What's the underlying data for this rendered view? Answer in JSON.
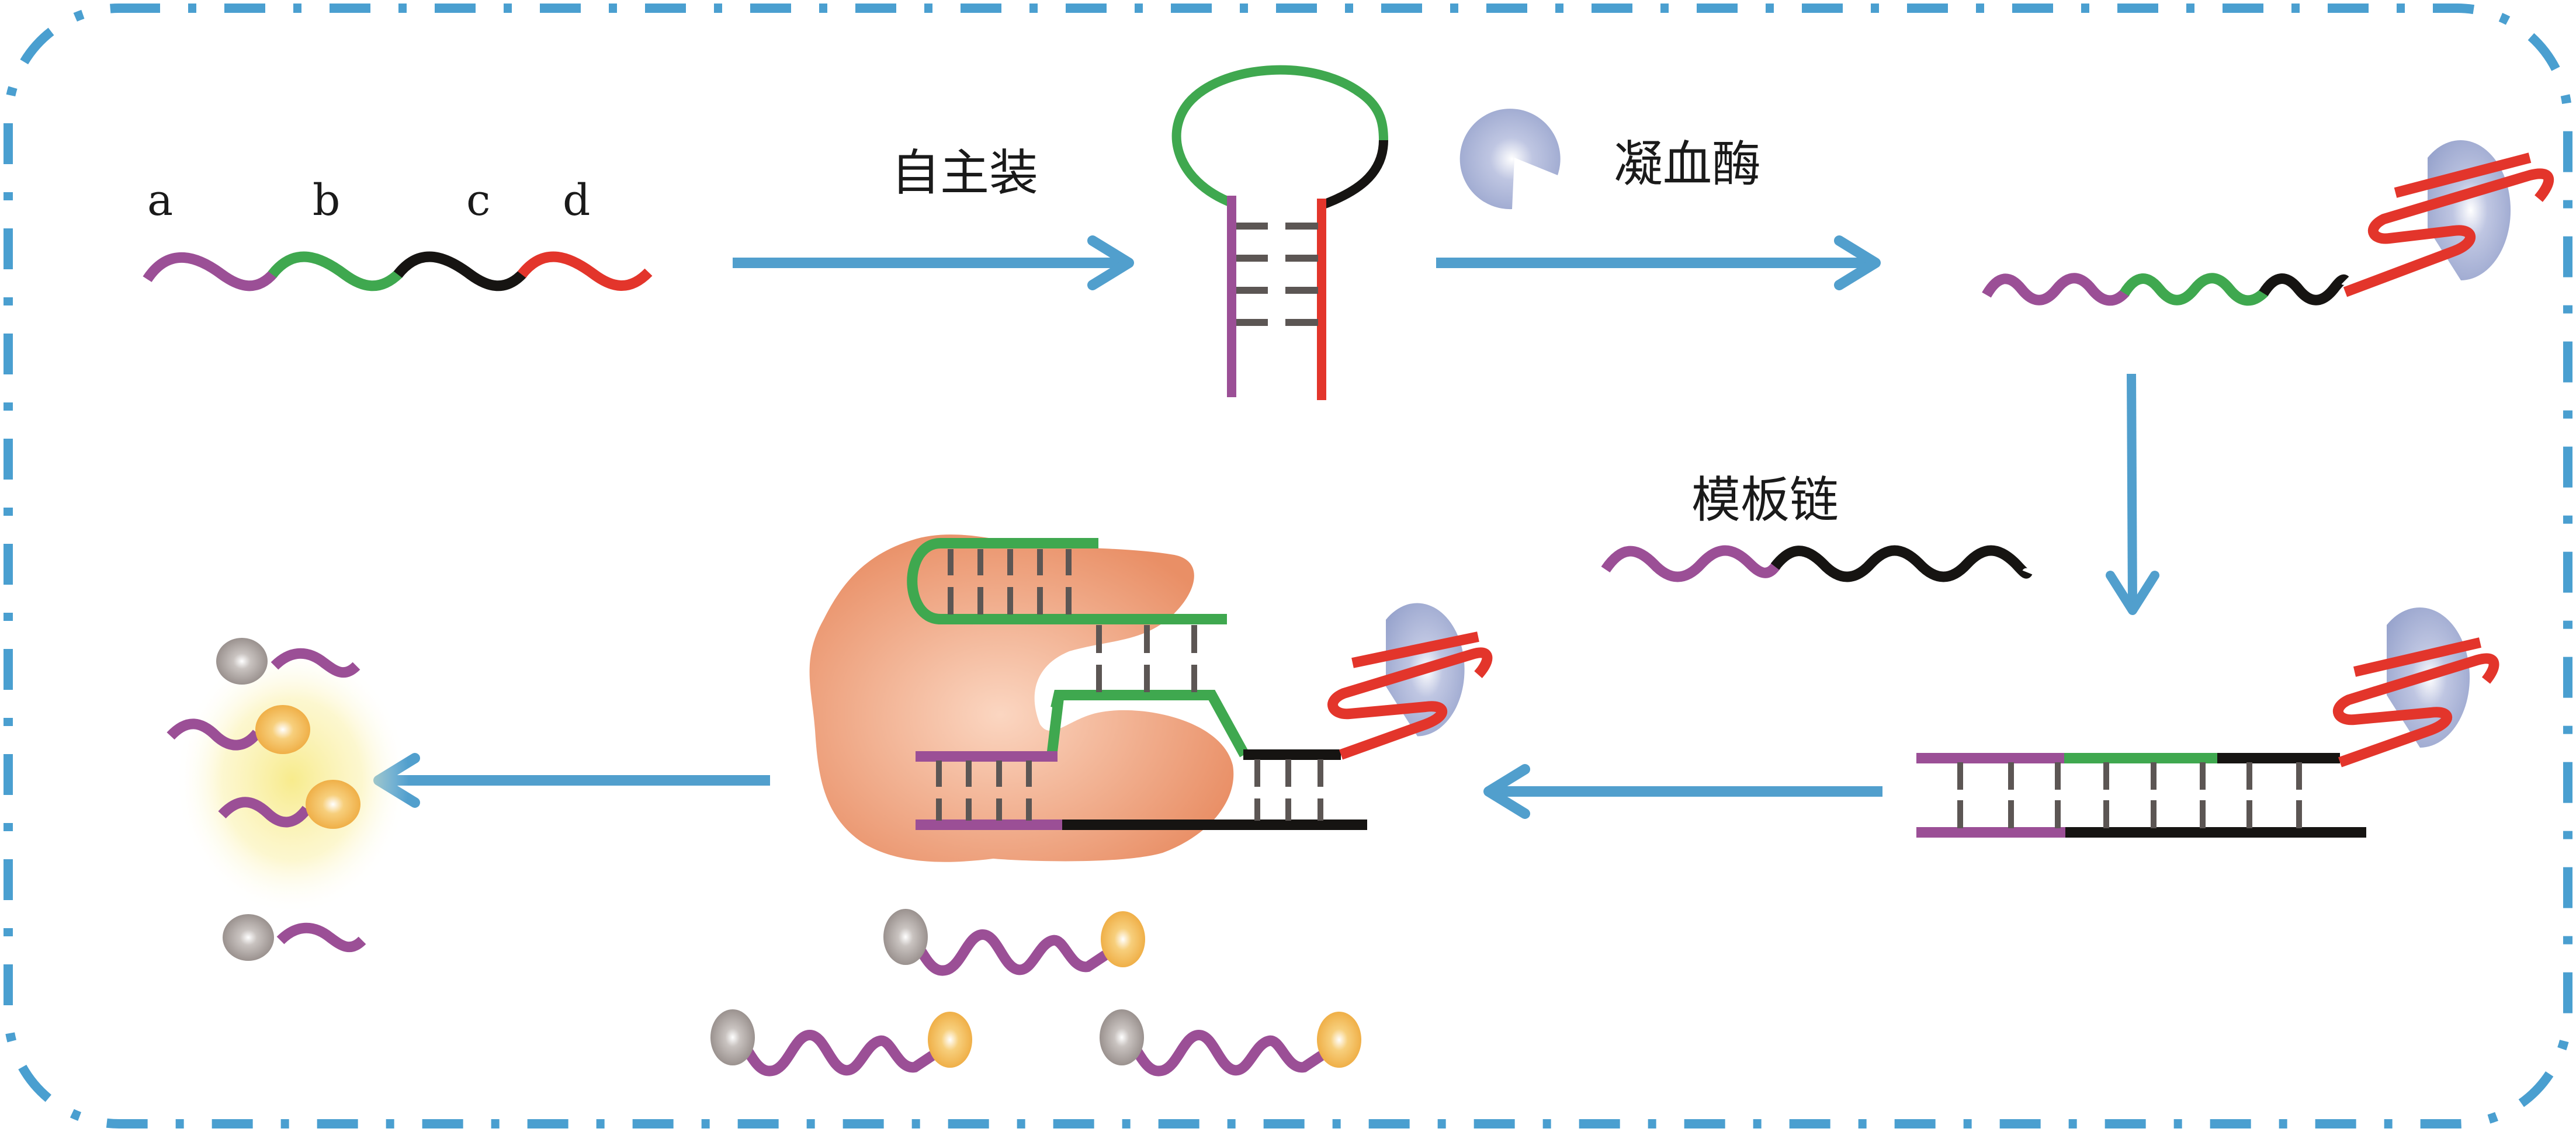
{
  "figure": {
    "description": "Thrombin-aptamer triggered strand-displacement amplification with molecular beacon fluorescence readout",
    "border_color": "#4a9fd0"
  },
  "colors": {
    "segment_a": "#9b4f96",
    "segment_b": "#3fa84f",
    "segment_c": "#161412",
    "segment_d": "#e3352b",
    "base_pair": "#5c5654",
    "arrow": "#519fcd",
    "thrombin": "#9aa6cf",
    "polymerase": "#eb9d78",
    "quencher": "#9b9390",
    "fluorophore": "#f1b84f",
    "glow": "#fbf2a3"
  },
  "strand_labels": {
    "a": "a",
    "b": "b",
    "c": "c",
    "d": "d"
  },
  "steps": {
    "self_assembly": "自主装",
    "thrombin": "凝血酶",
    "template_strand": "模板链"
  },
  "molecules": {
    "probe_segments": [
      "a",
      "b",
      "c",
      "d"
    ],
    "template_segments": [
      "a",
      "c"
    ],
    "beacon_count": 3,
    "released_probes": [
      {
        "label": "quencher-probe",
        "state": "quenched"
      },
      {
        "label": "fluorophore-probe",
        "state": "fluorescent"
      },
      {
        "label": "fluorophore-probe",
        "state": "fluorescent"
      },
      {
        "label": "quencher-probe",
        "state": "quenched"
      }
    ]
  }
}
